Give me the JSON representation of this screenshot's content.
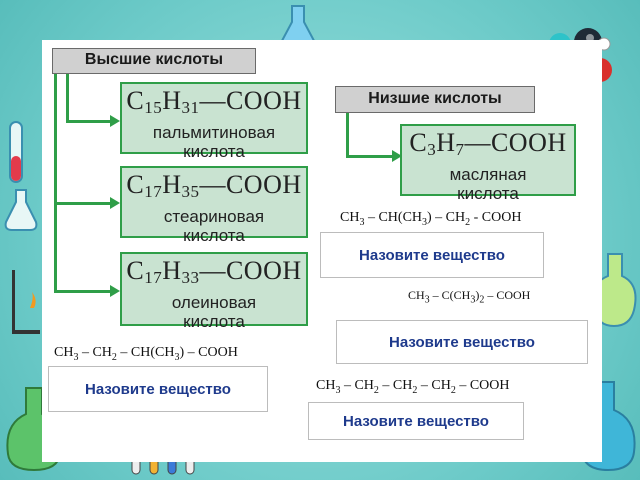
{
  "header_high": "Высшие кислоты",
  "header_low": "Низшие кислоты",
  "cards": [
    {
      "el": "C",
      "n1": "15",
      "h": "H",
      "n2": "31",
      "tail": "—COOH",
      "name": "пальмитиновая\nкислота"
    },
    {
      "el": "C",
      "n1": "17",
      "h": "H",
      "n2": "35",
      "tail": "—COOH",
      "name": "стеариновая\nкислота"
    },
    {
      "el": "C",
      "n1": "17",
      "h": "H",
      "n2": "33",
      "tail": "—COOH",
      "name": "олеиновая\nкислота"
    },
    {
      "el": "C",
      "n1": "3",
      "h": "H",
      "n2": "7",
      "tail": "—COOH",
      "name": "масляная\nкислота"
    }
  ],
  "eq1": [
    "CH",
    "3",
    " – CH(CH",
    "3",
    ") – CH",
    "2",
    " - COOH"
  ],
  "eq2": [
    "CH",
    "3",
    " – C(CH",
    "3",
    ")",
    "2",
    " – COOH"
  ],
  "eq3": [
    "CH",
    "3",
    " – CH",
    "2",
    " – CH(CH",
    "3",
    ") – COOH"
  ],
  "eq4": [
    "CH",
    "3",
    " – CH",
    "2",
    " – CH",
    "2",
    " – CH",
    "2",
    " – COOH"
  ],
  "ask_label": "Назовите вещество",
  "colors": {
    "accent_green": "#2f9e48",
    "card_bg": "#c9e3d1",
    "ask_text": "#1e3a8c",
    "frame": "#7fd3d3"
  },
  "decor_icons": [
    "flask-icon",
    "molecule-icon",
    "test-tube-icon",
    "beaker-icon",
    "burner-icon"
  ]
}
